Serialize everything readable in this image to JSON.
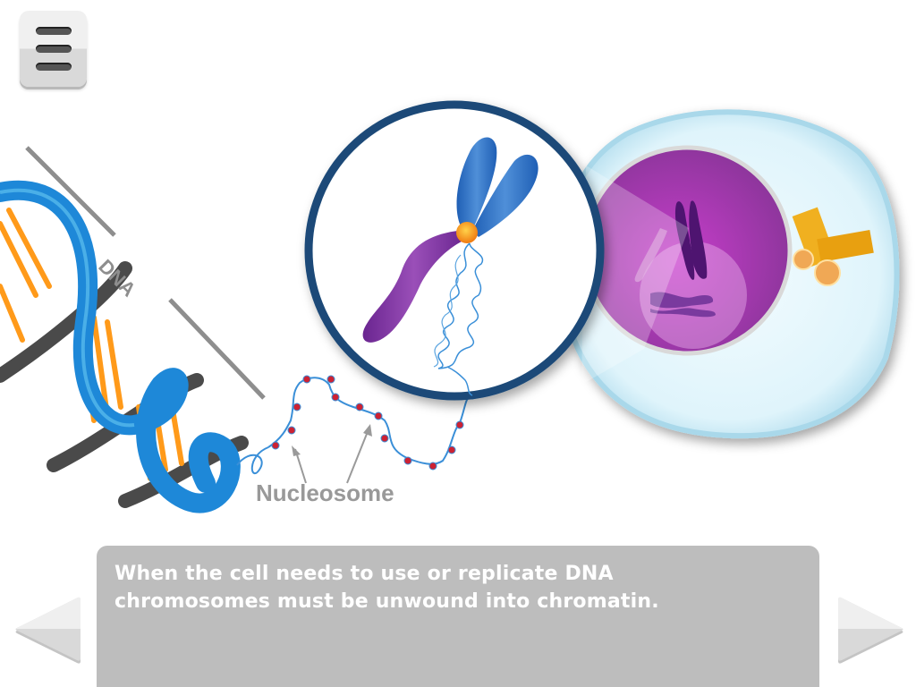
{
  "toolbar": {
    "menu_icon": "hamburger-menu-icon"
  },
  "illustration": {
    "dna_label": "DNA",
    "nucleosome_label": "Nucleosome",
    "colors": {
      "dna_strand": "#1e88d8",
      "dna_backbone": "#444444",
      "base_pairs": "#ff9a1a",
      "nucleosome_bead": "#cc2233",
      "chromosome_arm_blue": "#2f6fc0",
      "chromosome_arm_purple": "#7a2f9e",
      "centromere": "#ff9a1a",
      "magnifier_ring": "#1b4a78",
      "cell_membrane": "#bfe7f5",
      "nucleus": "#a33ab0",
      "centrosome": "#f0b020"
    }
  },
  "caption": {
    "line1": "When the cell needs to use or replicate DNA",
    "line2": "chromosomes must be unwound into chromatin."
  },
  "navigation": {
    "prev_icon": "left-arrow-icon",
    "next_icon": "right-arrow-icon"
  }
}
